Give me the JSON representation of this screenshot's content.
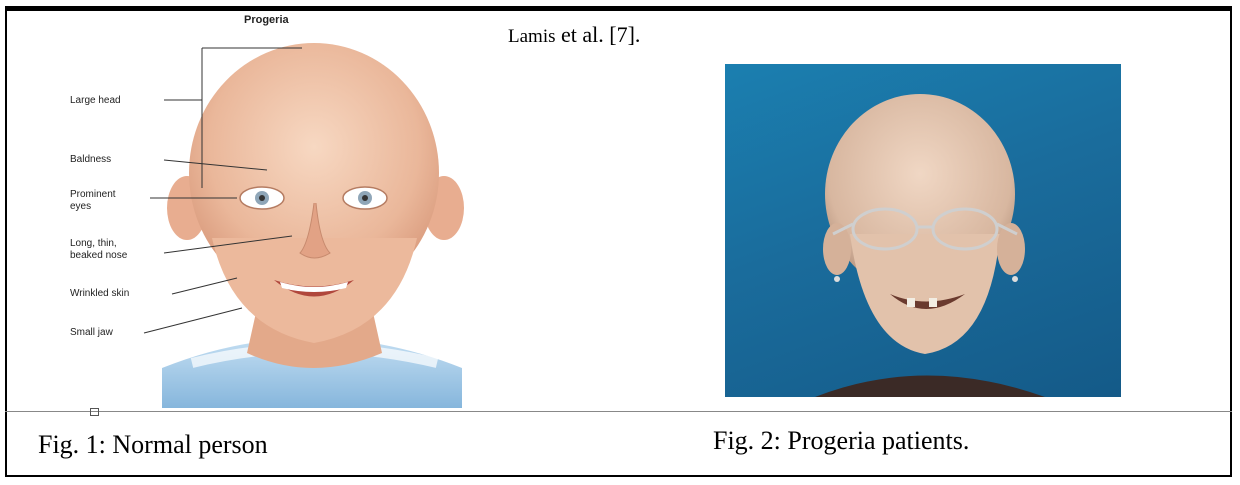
{
  "figure1": {
    "title": "Progeria",
    "labels": {
      "large_head": "Large head",
      "baldness": "Baldness",
      "prominent_eyes_1": "Prominent",
      "prominent_eyes_2": "eyes",
      "nose_1": "Long, thin,",
      "nose_2": "beaked nose",
      "wrinkled_skin": "Wrinkled skin",
      "small_jaw": "Small jaw"
    },
    "caption": "Fig. 1: Normal person"
  },
  "citation": {
    "author": "Lamis",
    "rest": " et al. [7]."
  },
  "figure2": {
    "caption": "Fig. 2: Progeria patients."
  },
  "colors": {
    "photo_background": "#1a6c9c",
    "skin": "#f2c6a8",
    "collar": "#a9cde8"
  }
}
